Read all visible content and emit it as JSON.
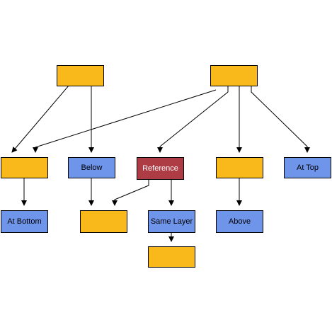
{
  "colors": {
    "orange": "#F9B91B",
    "blue": "#6F95EB",
    "red": "#AE3C44",
    "text_dark": "#000000",
    "text_light": "#ffffff",
    "edge": "#000000"
  },
  "nodes": {
    "top_left": {
      "label": "",
      "color": "orange"
    },
    "top_right": {
      "label": "",
      "color": "orange"
    },
    "mid_1": {
      "label": "",
      "color": "orange"
    },
    "below": {
      "label": "Below",
      "color": "blue"
    },
    "reference": {
      "label": "Reference",
      "color": "red"
    },
    "mid_4": {
      "label": "",
      "color": "orange"
    },
    "at_top": {
      "label": "At Top",
      "color": "blue"
    },
    "at_bottom": {
      "label": "At Bottom",
      "color": "blue"
    },
    "low_2": {
      "label": "",
      "color": "orange"
    },
    "same_layer": {
      "label": "Same Layer",
      "color": "blue"
    },
    "above": {
      "label": "Above",
      "color": "blue"
    },
    "bottom": {
      "label": "",
      "color": "orange"
    }
  }
}
